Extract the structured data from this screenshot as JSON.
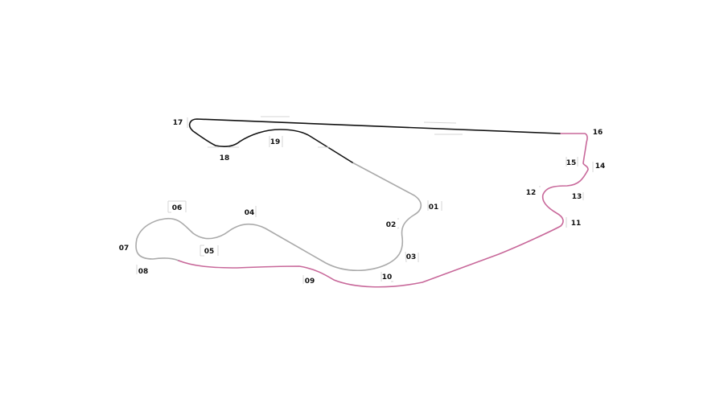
{
  "colors": {
    "sector_1": "#aaaaaa",
    "sector_2": "#c8689a",
    "sector_3": "#111111",
    "label": "#111111",
    "background": "#ffffff"
  },
  "corners": [
    "01",
    "02",
    "03",
    "04",
    "05",
    "06",
    "07",
    "08",
    "09",
    "10",
    "11",
    "12",
    "13",
    "14",
    "15",
    "16",
    "17",
    "18",
    "19"
  ]
}
